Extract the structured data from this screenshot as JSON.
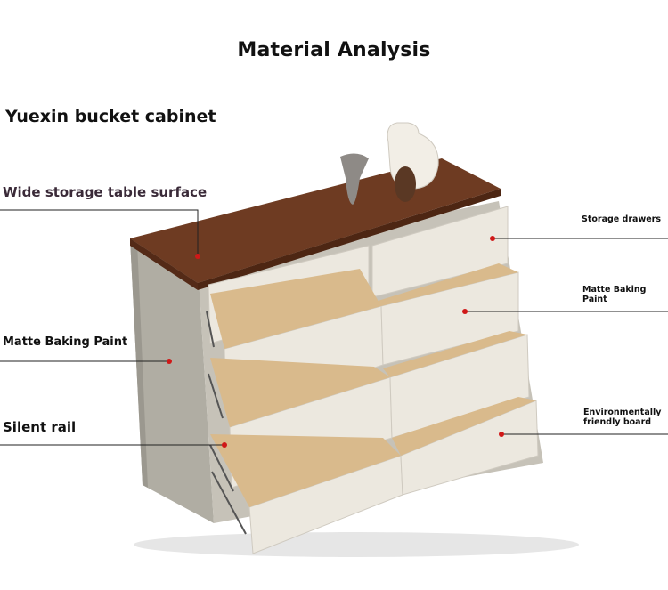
{
  "header": {
    "title": "Material Analysis"
  },
  "product": {
    "name": "Yuexin bucket cabinet"
  },
  "callouts": {
    "left": [
      {
        "label": "Wide storage table surface"
      },
      {
        "label": "Matte Baking Paint"
      },
      {
        "label": "Silent rail"
      }
    ],
    "right": [
      {
        "label": "Storage drawers"
      },
      {
        "label": "Matte Baking\nPaint"
      },
      {
        "label": "Environmentally\nfriendly board"
      }
    ]
  },
  "colors": {
    "wood_top": "#6e3b22",
    "cabinet_body": "#b6b3a9",
    "drawer_front": "#ece8df",
    "drawer_interior": "#d9ba8c",
    "leader_line": "#222222",
    "marker_dot": "#d01818"
  }
}
